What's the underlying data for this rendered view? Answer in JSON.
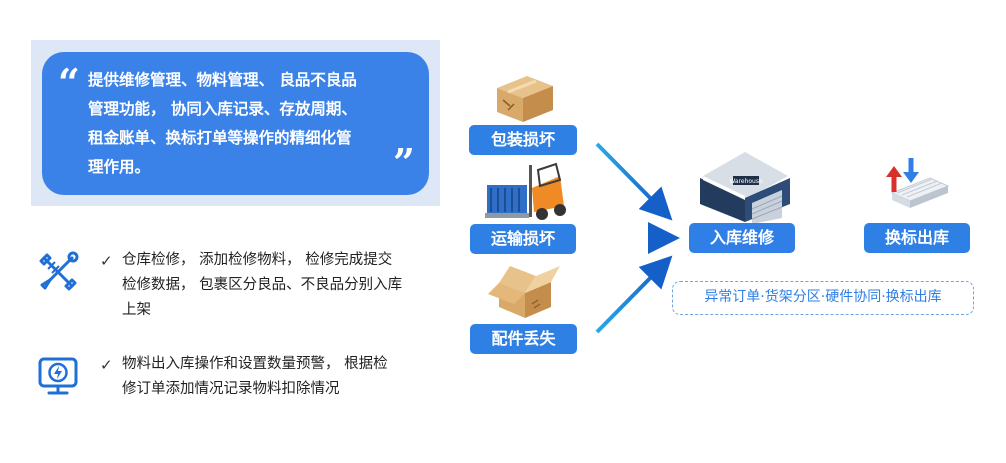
{
  "quote": {
    "lines": [
      "提供维修管理、物料管理、 良品不良品",
      "管理功能， 协同入库记录、存放周期、",
      "租金账单、换标打单等操作的精细化管",
      "理作用。"
    ],
    "open_mark": "“",
    "close_mark": "”"
  },
  "features": [
    {
      "icon": "wrench-screwdriver-icon",
      "check": "✓",
      "lines": [
        "仓库检修， 添加检修物料， 检修完成提交",
        "检修数据， 包裹区分良品、不良品分别入库",
        "上架"
      ]
    },
    {
      "icon": "monitor-lightning-icon",
      "check": "✓",
      "lines": [
        "物料出入库操作和设置数量预警， 根据检",
        "修订单添加情况记录物料扣除情况"
      ]
    }
  ],
  "flow": {
    "sources": [
      {
        "label": "包装损坏",
        "icon": "damaged-box-icon"
      },
      {
        "label": "运输损坏",
        "icon": "forklift-icon"
      },
      {
        "label": "配件丢失",
        "icon": "open-box-icon"
      }
    ],
    "destination": {
      "label": "入库维修",
      "icon": "warehouse-icon",
      "sign": "Warehouse"
    },
    "final": {
      "label": "换标出库",
      "icon": "relabel-arrows-icon"
    },
    "caption": "异常订单·货架分区·硬件协同·换标出库"
  },
  "colors": {
    "accent_blue": "#2f80e4",
    "quote_bg": "#dde7f5",
    "icon_blue": "#1f6fd6"
  }
}
